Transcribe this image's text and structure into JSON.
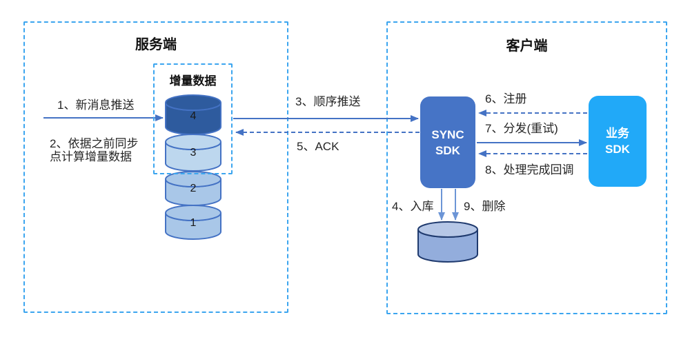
{
  "diagram": {
    "server": {
      "title": "服务端",
      "step1_label": "1、新消息推送",
      "step2_line1": "2、依据之前同步",
      "step2_line2": "点计算增量数据",
      "incremental": {
        "title": "增量数据",
        "cylinders": [
          {
            "label": "4"
          },
          {
            "label": "3"
          },
          {
            "label": "2"
          },
          {
            "label": "1"
          }
        ]
      }
    },
    "channel": {
      "step3_label": "3、顺序推送",
      "step5_label": "5、ACK"
    },
    "client": {
      "title": "客户端",
      "sync_sdk": {
        "line1": "SYNC",
        "line2": "SDK"
      },
      "business_sdk": {
        "line1": "业务",
        "line2": "SDK"
      },
      "step6_label": "6、注册",
      "step7_label": "7、分发(重试)",
      "step8_label": "8、处理完成回调",
      "step4_label": "4、入库",
      "step9_label": "9、删除"
    },
    "colors": {
      "dashed_border": "#3BA5EF",
      "arrow_blue": "#4472C4",
      "arrow_light": "#6C95D6",
      "sync_sdk_fill": "#4674C6",
      "business_sdk_fill": "#21A9F8",
      "cylinder_dark": "#2E5B9E",
      "cylinder_light": "#BDD7EE",
      "cylinder_medium": "#A9C7E8",
      "db_body": "#93ADDC",
      "db_top": "#B6C7E6",
      "db_stroke": "#1F3A6E",
      "text": "#262626"
    }
  }
}
